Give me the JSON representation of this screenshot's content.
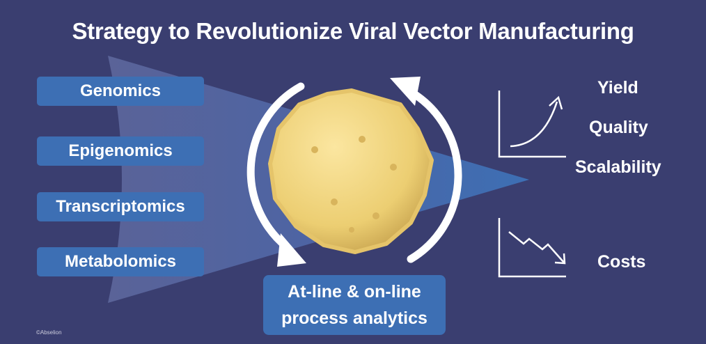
{
  "title": "Strategy to Revolutionize Viral Vector Manufacturing",
  "inputs": [
    "Genomics",
    "Epigenomics",
    "Transcriptomics",
    "Metabolomics"
  ],
  "outputs": {
    "yield": "Yield",
    "quality": "Quality",
    "scalability": "Scalability",
    "costs": "Costs"
  },
  "analytics": {
    "line1": "At-line & on-line",
    "line2": "process analytics"
  },
  "copyright": "©Abselion",
  "colors": {
    "background": "#3a3e70",
    "box": "#3d6fb4",
    "virus": "#efd27a"
  }
}
